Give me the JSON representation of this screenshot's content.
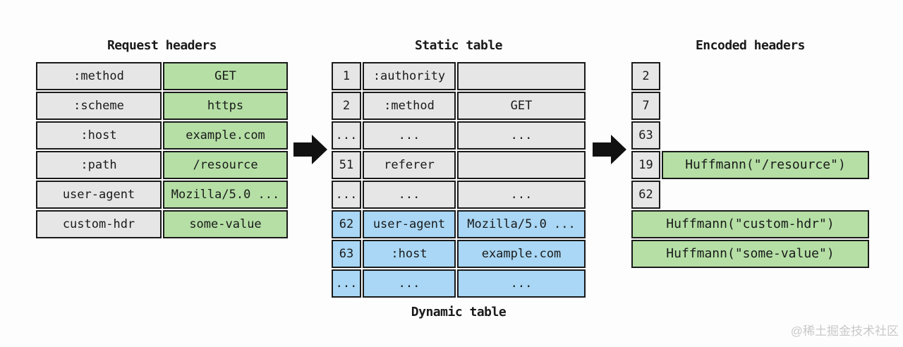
{
  "diagram": {
    "request_table": {
      "title": "Request headers",
      "rows": [
        {
          "name": ":method",
          "value": "GET"
        },
        {
          "name": ":scheme",
          "value": "https"
        },
        {
          "name": ":host",
          "value": "example.com"
        },
        {
          "name": ":path",
          "value": "/resource"
        },
        {
          "name": "user-agent",
          "value": "Mozilla/5.0 ..."
        },
        {
          "name": "custom-hdr",
          "value": "some-value"
        }
      ]
    },
    "static_table": {
      "title": "Static table",
      "footer_label": "Dynamic table",
      "rows": [
        {
          "index": "1",
          "name": ":authority",
          "value": ""
        },
        {
          "index": "2",
          "name": ":method",
          "value": "GET"
        },
        {
          "index": "...",
          "name": "...",
          "value": "..."
        },
        {
          "index": "51",
          "name": "referer",
          "value": ""
        },
        {
          "index": "...",
          "name": "...",
          "value": "..."
        },
        {
          "index": "62",
          "name": "user-agent",
          "value": "Mozilla/5.0 ..."
        },
        {
          "index": "63",
          "name": ":host",
          "value": "example.com"
        },
        {
          "index": "...",
          "name": "...",
          "value": "..."
        }
      ]
    },
    "encoded": {
      "title": "Encoded headers",
      "indices": [
        "2",
        "7",
        "63",
        "19",
        "62"
      ],
      "resource_literal": "Huffmann(\"/resource\")",
      "literals": [
        "Huffmann(\"custom-hdr\")",
        "Huffmann(\"some-value\")"
      ]
    },
    "colors": {
      "static_cell": "#e6e6e6",
      "value_cell": "#b5dfa5",
      "dynamic_cell": "#a9d7f5",
      "border": "#1a1a1a",
      "arrow": "#111111"
    },
    "watermark": "@稀土掘金技术社区"
  }
}
